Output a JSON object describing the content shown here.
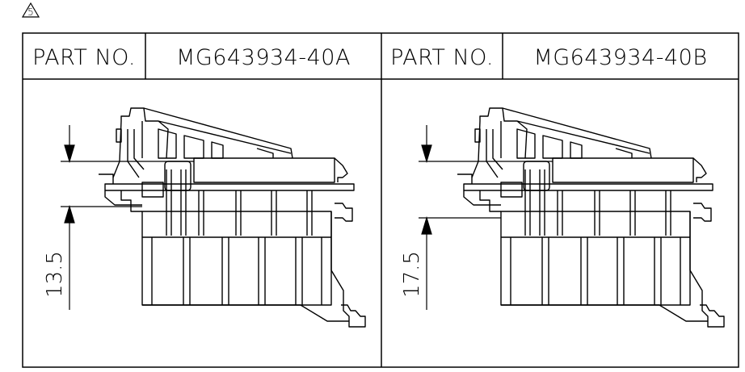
{
  "revision_marker": "5",
  "panels": [
    {
      "part_no_label": "PART NO.",
      "part_number": "MG643934-40A",
      "dimension": "13.5"
    },
    {
      "part_no_label": "PART NO.",
      "part_number": "MG643934-40B",
      "dimension": "17.5"
    }
  ],
  "colors": {
    "line": "#000000",
    "background": "#ffffff"
  }
}
